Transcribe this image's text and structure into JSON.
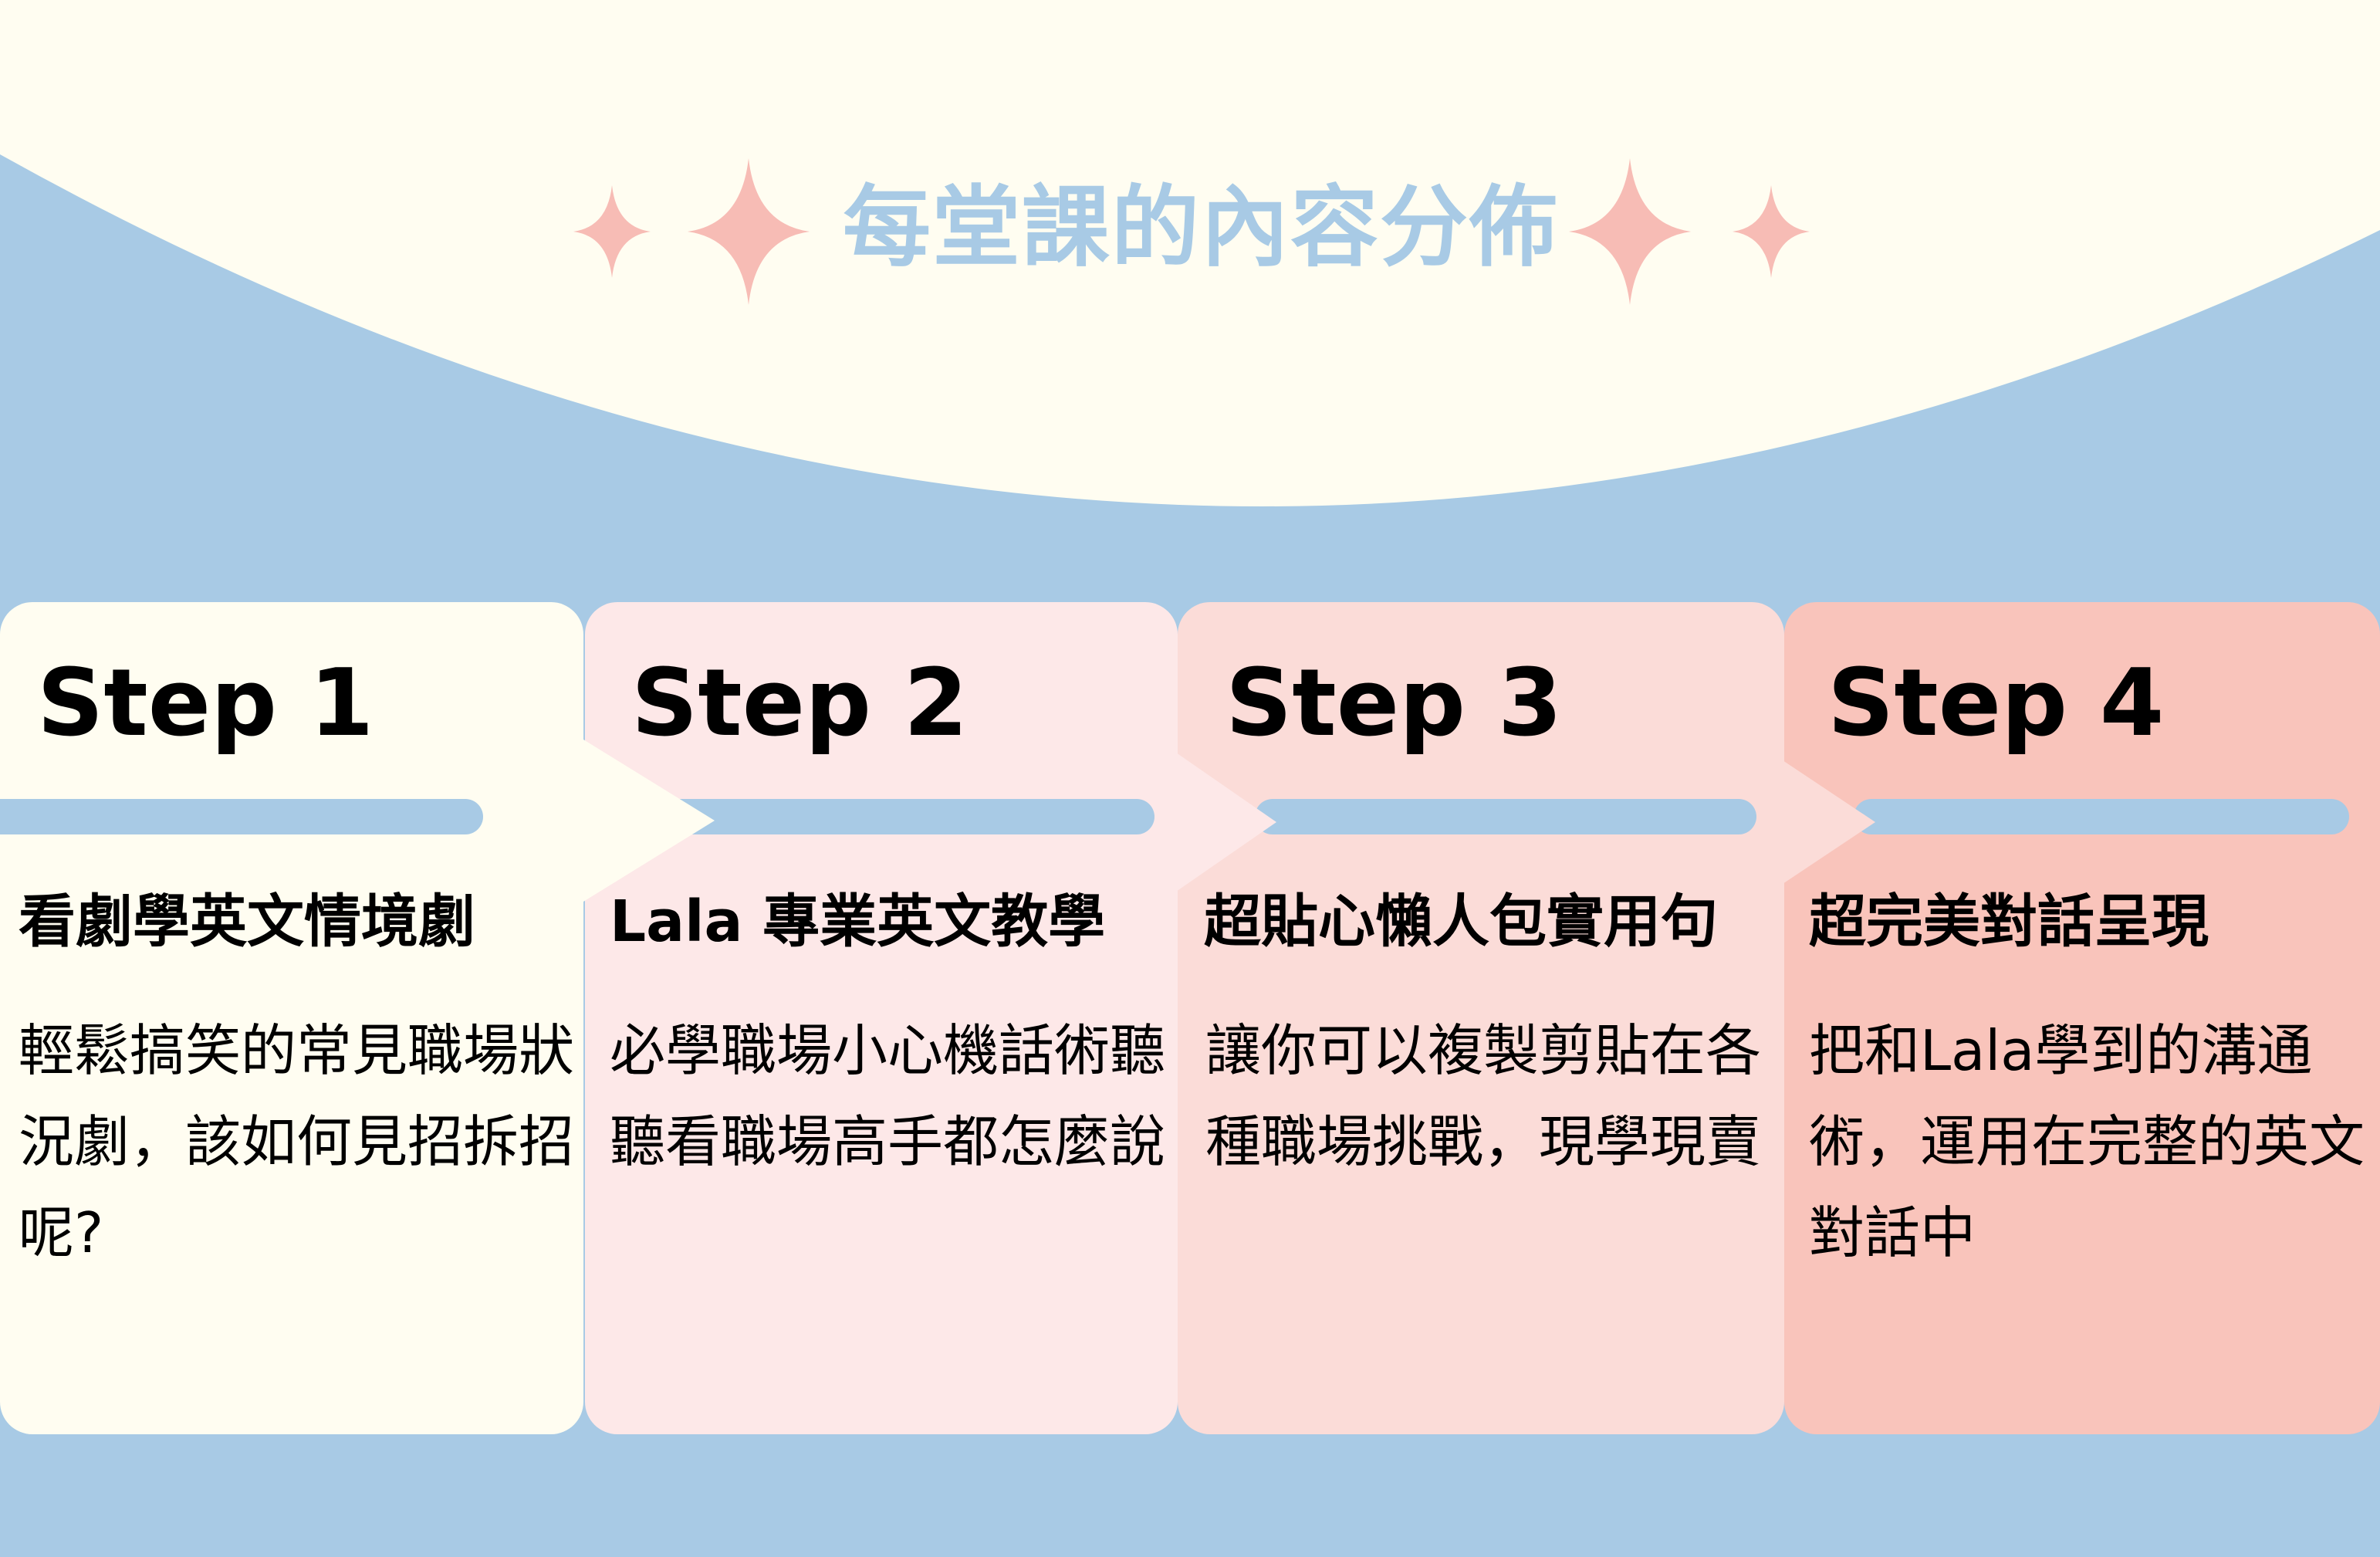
{
  "title": "每堂課的內容分佈",
  "colors": {
    "background": "#a8cae5",
    "cream": "#fffdf1",
    "sparkle": "#f7bcb5",
    "card1": "#fffdf1",
    "card2": "#fde8e8",
    "card3": "#fbdcd8",
    "card4": "#f9c4bb"
  },
  "steps": [
    {
      "step": "Step 1",
      "heading": "看劇學英文情境劇",
      "description": "輕鬆搞笑的常見職場狀況劇，該如何見招拆招呢?"
    },
    {
      "step": "Step 2",
      "heading": "Lala 專業英文教學",
      "description": "必學職場小心機話術聽聽看職場高手都怎麼說"
    },
    {
      "step": "Step 3",
      "heading": "超貼心懶人包實用句",
      "description": "讓你可以複製剪貼在各種職場挑戰，現學現賣"
    },
    {
      "step": "Step 4",
      "heading": "超完美對話呈現",
      "description": "把和Lala學到的溝通術，運用在完整的英文對話中"
    }
  ]
}
